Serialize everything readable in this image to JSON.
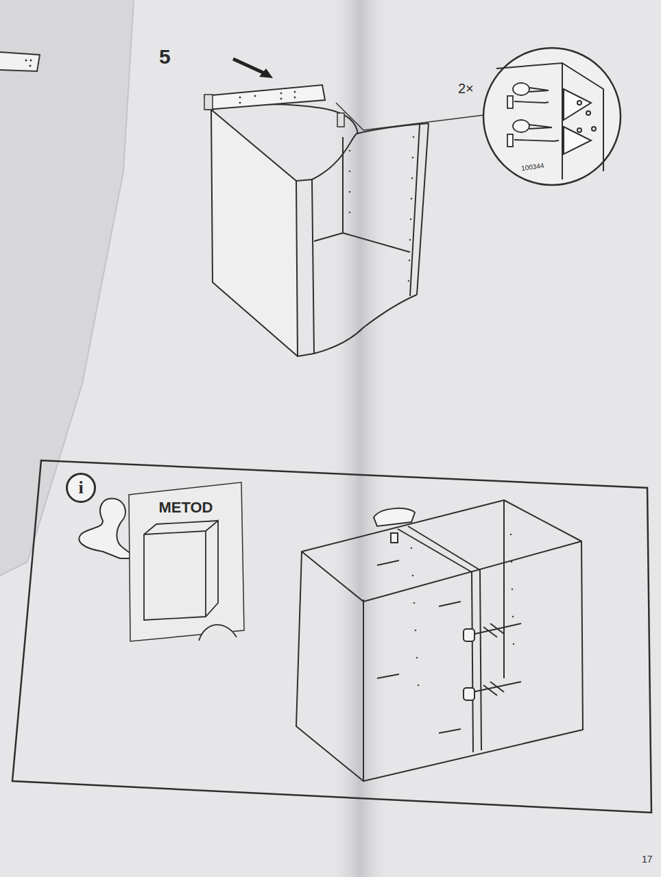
{
  "diagram": {
    "nodes": [
      {
        "text": [
          "i"
        ]
      },
      {
        "text": [
          "METOD"
        ]
      }
    ],
    "labels": [
      "5",
      "2×",
      "100344",
      "17"
    ]
  }
}
